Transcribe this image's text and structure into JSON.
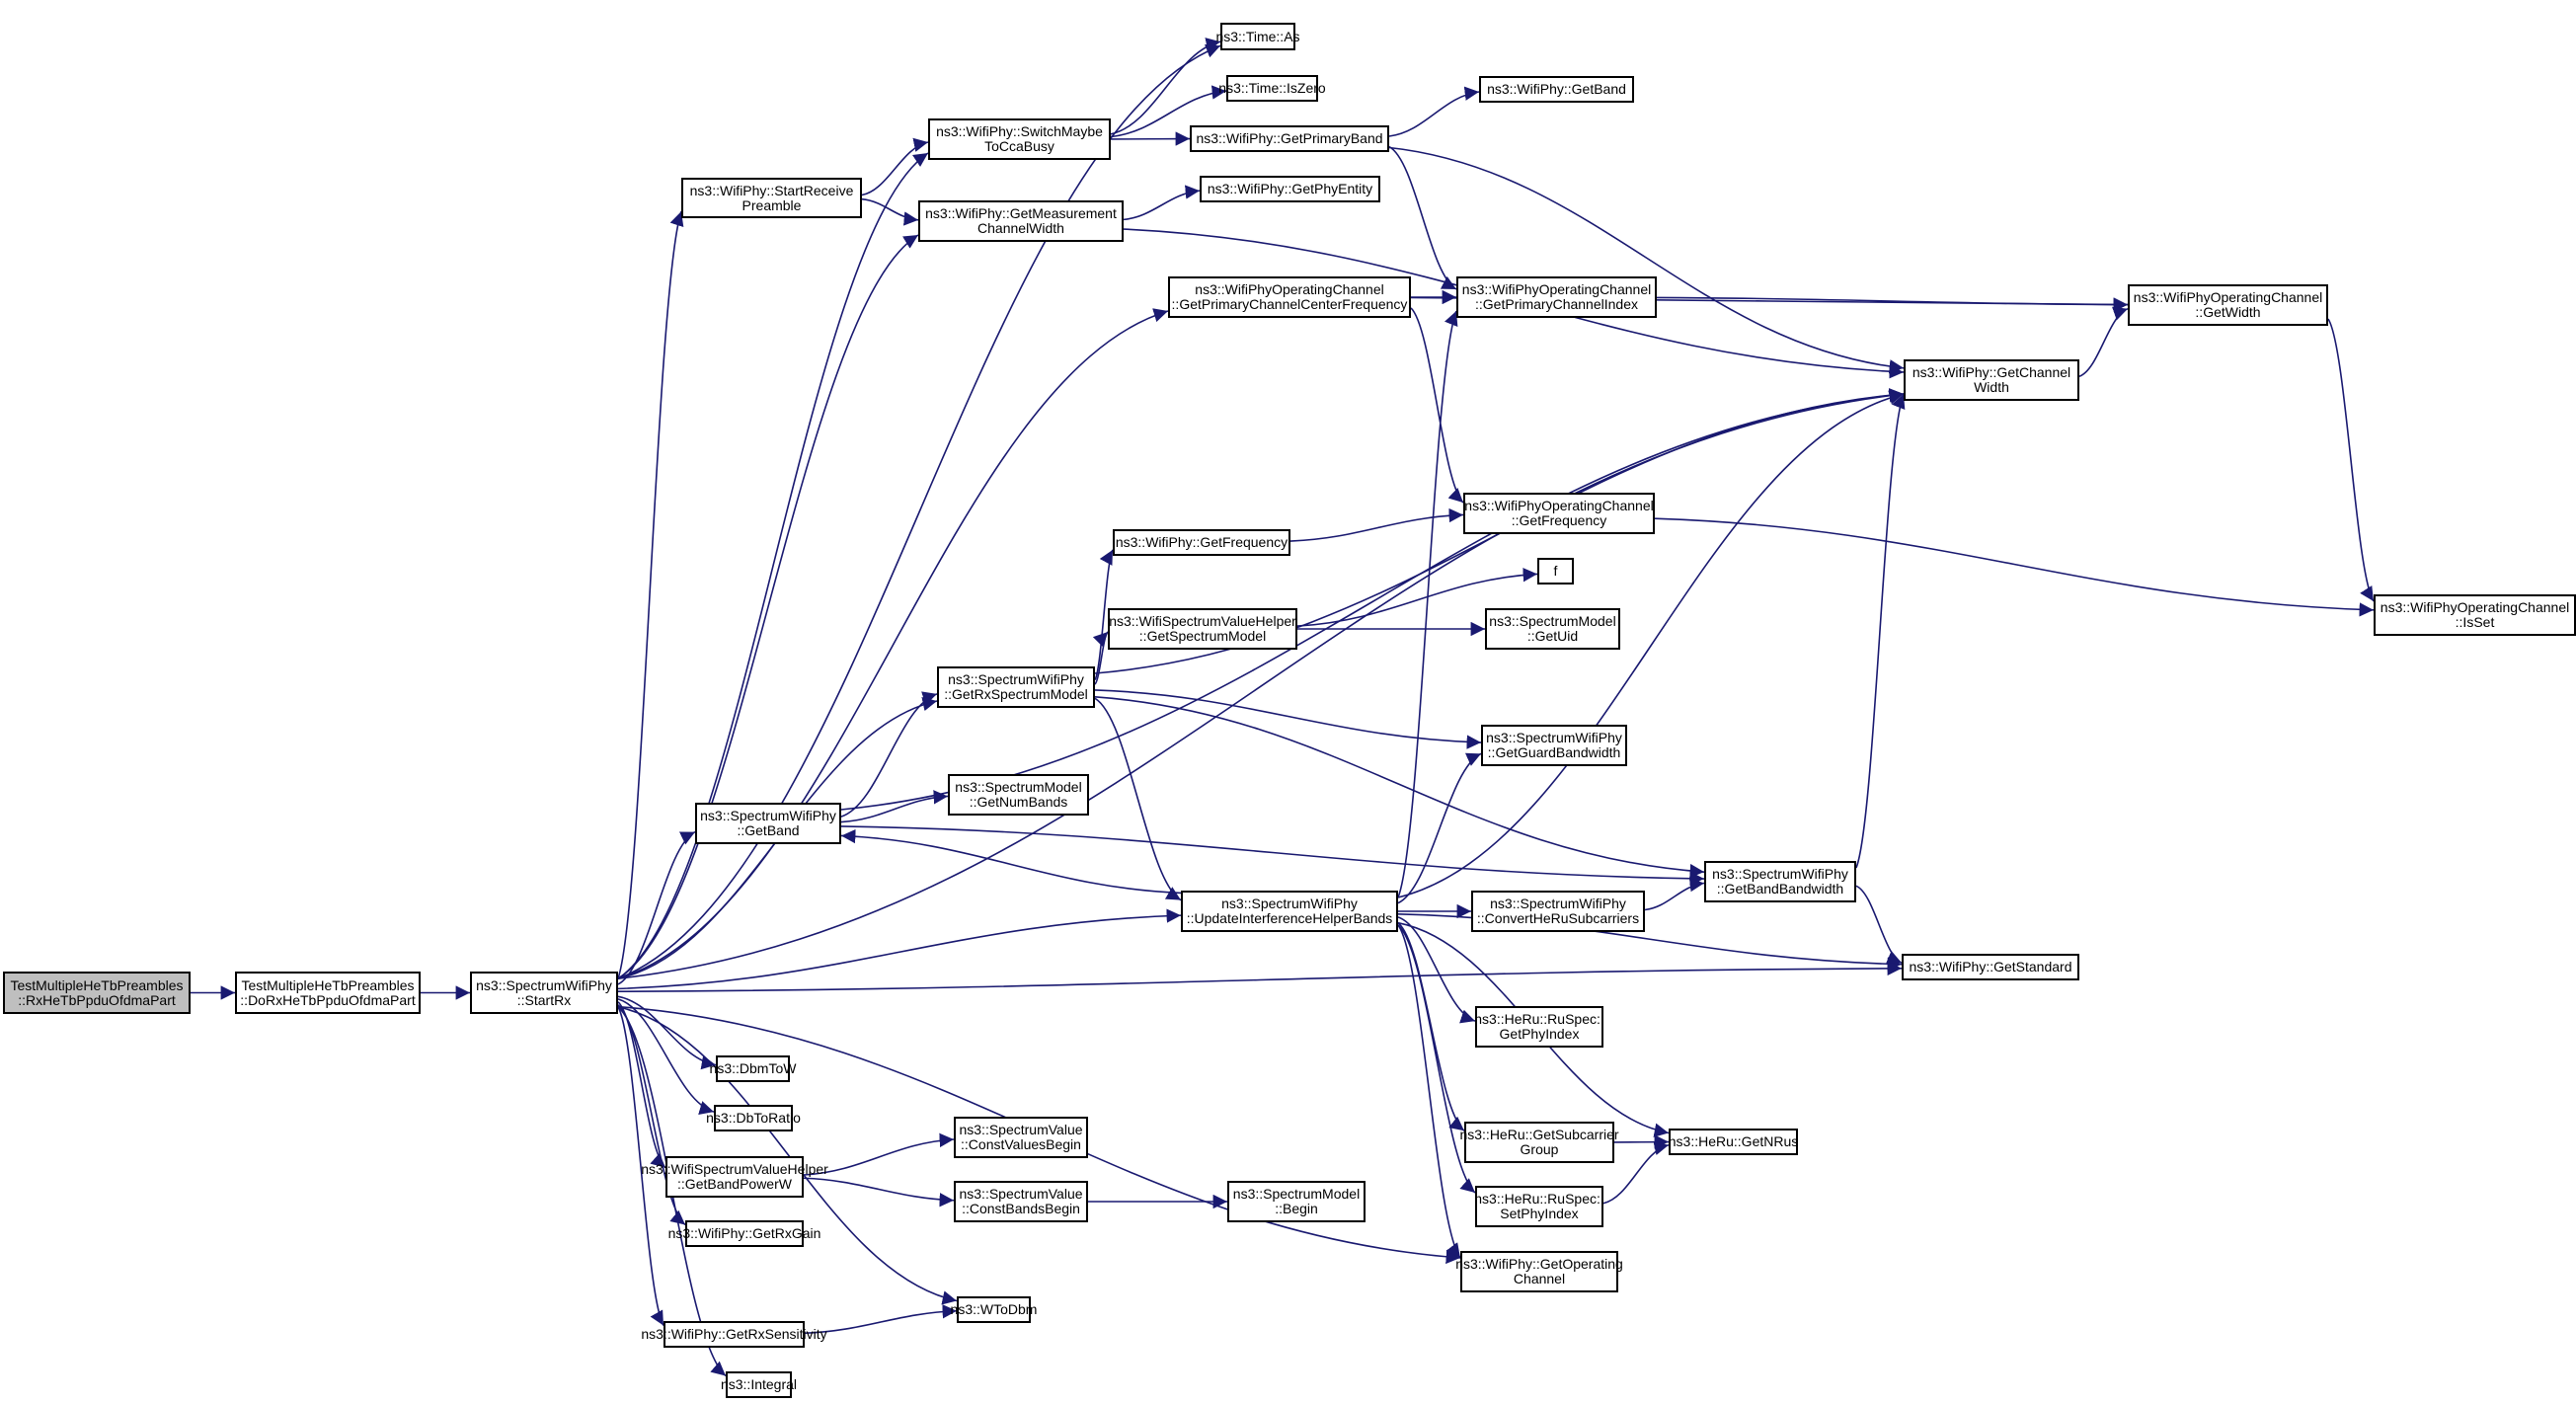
{
  "graph": {
    "type": "call-graph",
    "edge_color": "#191970",
    "root_fill": "#bfbfbf",
    "node_fill": "#ffffff",
    "nodes": [
      {
        "id": "n0",
        "lines": [
          "TestMultipleHeTbPreambles",
          "::RxHeTbPpduOfdmaPart"
        ],
        "root": true
      },
      {
        "id": "n1",
        "lines": [
          "TestMultipleHeTbPreambles",
          "::DoRxHeTbPpduOfdmaPart"
        ]
      },
      {
        "id": "n2",
        "lines": [
          "ns3::SpectrumWifiPhy",
          "::StartRx"
        ]
      },
      {
        "id": "n3",
        "lines": [
          "ns3::Time::As"
        ]
      },
      {
        "id": "n4",
        "lines": [
          "ns3::WifiPhy::StartReceive",
          "Preamble"
        ]
      },
      {
        "id": "n5",
        "lines": [
          "ns3::WifiPhy::SwitchMaybe",
          "ToCcaBusy"
        ]
      },
      {
        "id": "n6",
        "lines": [
          "ns3::WifiPhy::GetMeasurement",
          "ChannelWidth"
        ]
      },
      {
        "id": "n7",
        "lines": [
          "ns3::WifiPhyOperatingChannel",
          "::GetPrimaryChannelCenterFrequency"
        ]
      },
      {
        "id": "n8",
        "lines": [
          "ns3::WifiPhy::GetChannel",
          "Width"
        ]
      },
      {
        "id": "n9",
        "lines": [
          "ns3::SpectrumWifiPhy",
          "::GetRxSpectrumModel"
        ]
      },
      {
        "id": "n10",
        "lines": [
          "ns3::SpectrumWifiPhy",
          "::GetBand"
        ]
      },
      {
        "id": "n11",
        "lines": [
          "ns3::SpectrumWifiPhy",
          "::UpdateInterferenceHelperBands"
        ]
      },
      {
        "id": "n12",
        "lines": [
          "ns3::WifiPhy::GetStandard"
        ]
      },
      {
        "id": "n13",
        "lines": [
          "ns3::DbmToW"
        ]
      },
      {
        "id": "n14",
        "lines": [
          "ns3::DbToRatio"
        ]
      },
      {
        "id": "n15",
        "lines": [
          "ns3::WifiSpectrumValueHelper",
          "::GetBandPowerW"
        ]
      },
      {
        "id": "n16",
        "lines": [
          "ns3::WifiPhy::GetRxGain"
        ]
      },
      {
        "id": "n17",
        "lines": [
          "ns3::WToDbm"
        ]
      },
      {
        "id": "n18",
        "lines": [
          "ns3::WifiPhy::GetRxSensitivity"
        ]
      },
      {
        "id": "n19",
        "lines": [
          "ns3::Integral"
        ]
      },
      {
        "id": "n20",
        "lines": [
          "ns3::Time::IsZero"
        ]
      },
      {
        "id": "n21",
        "lines": [
          "ns3::WifiPhy::GetPrimaryBand"
        ]
      },
      {
        "id": "n22",
        "lines": [
          "ns3::WifiPhy::GetBand"
        ]
      },
      {
        "id": "n23",
        "lines": [
          "ns3::WifiPhyOperatingChannel",
          "::GetPrimaryChannelIndex"
        ]
      },
      {
        "id": "n24",
        "lines": [
          "ns3::WifiPhy::GetPhyEntity"
        ]
      },
      {
        "id": "n25",
        "lines": [
          "ns3::WifiPhyOperatingChannel",
          "::GetWidth"
        ]
      },
      {
        "id": "n26",
        "lines": [
          "ns3::WifiPhyOperatingChannel",
          "::IsSet"
        ]
      },
      {
        "id": "n27",
        "lines": [
          "ns3::WifiPhyOperatingChannel",
          "::GetFrequency"
        ]
      },
      {
        "id": "n28",
        "lines": [
          "ns3::WifiPhy::GetFrequency"
        ]
      },
      {
        "id": "n29",
        "lines": [
          "f"
        ]
      },
      {
        "id": "n30",
        "lines": [
          "ns3::WifiSpectrumValueHelper",
          "::GetSpectrumModel"
        ]
      },
      {
        "id": "n31",
        "lines": [
          "ns3::SpectrumModel",
          "::GetUid"
        ]
      },
      {
        "id": "n32",
        "lines": [
          "ns3::SpectrumWifiPhy",
          "::GetGuardBandwidth"
        ]
      },
      {
        "id": "n33",
        "lines": [
          "ns3::SpectrumModel",
          "::GetNumBands"
        ]
      },
      {
        "id": "n34",
        "lines": [
          "ns3::SpectrumWifiPhy",
          "::GetBandBandwidth"
        ]
      },
      {
        "id": "n35",
        "lines": [
          "ns3::SpectrumWifiPhy",
          "::ConvertHeRuSubcarriers"
        ]
      },
      {
        "id": "n36",
        "lines": [
          "ns3::HeRu::RuSpec::",
          "GetPhyIndex"
        ]
      },
      {
        "id": "n37",
        "lines": [
          "ns3::HeRu::GetSubcarrier",
          "Group"
        ]
      },
      {
        "id": "n38",
        "lines": [
          "ns3::HeRu::GetNRus"
        ]
      },
      {
        "id": "n39",
        "lines": [
          "ns3::HeRu::RuSpec::",
          "SetPhyIndex"
        ]
      },
      {
        "id": "n40",
        "lines": [
          "ns3::WifiPhy::GetOperating",
          "Channel"
        ]
      },
      {
        "id": "n41",
        "lines": [
          "ns3::SpectrumValue",
          "::ConstValuesBegin"
        ]
      },
      {
        "id": "n42",
        "lines": [
          "ns3::SpectrumValue",
          "::ConstBandsBegin"
        ]
      },
      {
        "id": "n43",
        "lines": [
          "ns3::SpectrumModel",
          "::Begin"
        ]
      }
    ],
    "edges": [
      [
        "n0",
        "n1"
      ],
      [
        "n1",
        "n2"
      ],
      [
        "n2",
        "n3"
      ],
      [
        "n2",
        "n4"
      ],
      [
        "n2",
        "n5"
      ],
      [
        "n2",
        "n6"
      ],
      [
        "n2",
        "n7"
      ],
      [
        "n2",
        "n8"
      ],
      [
        "n2",
        "n9"
      ],
      [
        "n2",
        "n10"
      ],
      [
        "n2",
        "n11"
      ],
      [
        "n2",
        "n12"
      ],
      [
        "n2",
        "n13"
      ],
      [
        "n2",
        "n14"
      ],
      [
        "n2",
        "n15"
      ],
      [
        "n2",
        "n16"
      ],
      [
        "n2",
        "n17"
      ],
      [
        "n2",
        "n18"
      ],
      [
        "n2",
        "n19"
      ],
      [
        "n2",
        "n40"
      ],
      [
        "n4",
        "n5"
      ],
      [
        "n4",
        "n6"
      ],
      [
        "n5",
        "n3"
      ],
      [
        "n5",
        "n20"
      ],
      [
        "n5",
        "n21"
      ],
      [
        "n21",
        "n22"
      ],
      [
        "n21",
        "n23"
      ],
      [
        "n21",
        "n8"
      ],
      [
        "n6",
        "n24"
      ],
      [
        "n6",
        "n8"
      ],
      [
        "n7",
        "n23"
      ],
      [
        "n7",
        "n25"
      ],
      [
        "n7",
        "n27"
      ],
      [
        "n23",
        "n25"
      ],
      [
        "n8",
        "n25"
      ],
      [
        "n25",
        "n26"
      ],
      [
        "n27",
        "n26"
      ],
      [
        "n9",
        "n8"
      ],
      [
        "n9",
        "n28"
      ],
      [
        "n9",
        "n30"
      ],
      [
        "n9",
        "n32"
      ],
      [
        "n9",
        "n34"
      ],
      [
        "n9",
        "n11"
      ],
      [
        "n28",
        "n27"
      ],
      [
        "n30",
        "n29"
      ],
      [
        "n30",
        "n31"
      ],
      [
        "n10",
        "n8"
      ],
      [
        "n10",
        "n9"
      ],
      [
        "n10",
        "n33"
      ],
      [
        "n10",
        "n34"
      ],
      [
        "n11",
        "n10"
      ],
      [
        "n11",
        "n23"
      ],
      [
        "n11",
        "n8"
      ],
      [
        "n11",
        "n32"
      ],
      [
        "n11",
        "n35"
      ],
      [
        "n11",
        "n12"
      ],
      [
        "n11",
        "n36"
      ],
      [
        "n11",
        "n38"
      ],
      [
        "n11",
        "n37"
      ],
      [
        "n11",
        "n39"
      ],
      [
        "n11",
        "n40"
      ],
      [
        "n35",
        "n34"
      ],
      [
        "n34",
        "n8"
      ],
      [
        "n34",
        "n12"
      ],
      [
        "n37",
        "n38"
      ],
      [
        "n39",
        "n38"
      ],
      [
        "n15",
        "n41"
      ],
      [
        "n15",
        "n42"
      ],
      [
        "n42",
        "n43"
      ],
      [
        "n18",
        "n17"
      ]
    ]
  }
}
